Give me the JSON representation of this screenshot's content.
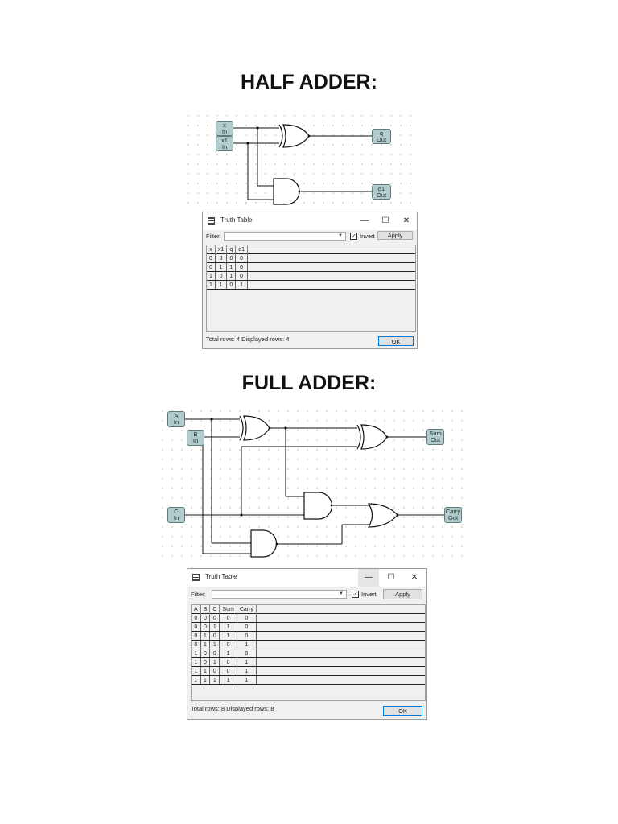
{
  "headings": {
    "half": "HALF ADDER:",
    "full": "FULL ADDER:"
  },
  "half_adder": {
    "pins": {
      "x": [
        "x",
        "In"
      ],
      "x1": [
        "x1",
        "In"
      ],
      "q": [
        "q",
        "Out"
      ],
      "q1": [
        "q1",
        "Out"
      ]
    },
    "dialog": {
      "title": "Truth Table",
      "controls": {
        "minimize": "—",
        "maximize": "☐",
        "close": "✕"
      },
      "filter_label": "Filter:",
      "invert_label": "Invert",
      "invert_checked": "✓",
      "apply_label": "Apply",
      "columns": [
        "x",
        "x1",
        "q",
        "q1"
      ],
      "rows": [
        [
          "0",
          "0",
          "0",
          "0"
        ],
        [
          "0",
          "1",
          "1",
          "0"
        ],
        [
          "1",
          "0",
          "1",
          "0"
        ],
        [
          "1",
          "1",
          "0",
          "1"
        ]
      ],
      "status": "Total rows: 4   Displayed rows: 4",
      "ok_label": "OK"
    }
  },
  "full_adder": {
    "pins": {
      "A": [
        "A",
        "In"
      ],
      "B": [
        "B",
        "In"
      ],
      "C": [
        "C",
        "In"
      ],
      "Sum": [
        "Sum",
        "Out"
      ],
      "Carry": [
        "Carry",
        "Out"
      ]
    },
    "dialog": {
      "title": "Truth Table",
      "controls": {
        "minimize": "—",
        "maximize": "☐",
        "close": "✕"
      },
      "filter_label": "Filter:",
      "invert_label": "Invert",
      "invert_checked": "✓",
      "apply_label": "Apply",
      "columns": [
        "A",
        "B",
        "C",
        "Sum",
        "Carry"
      ],
      "rows": [
        [
          "0",
          "0",
          "0",
          "0",
          "0"
        ],
        [
          "0",
          "0",
          "1",
          "1",
          "0"
        ],
        [
          "0",
          "1",
          "0",
          "1",
          "0"
        ],
        [
          "0",
          "1",
          "1",
          "0",
          "1"
        ],
        [
          "1",
          "0",
          "0",
          "1",
          "0"
        ],
        [
          "1",
          "0",
          "1",
          "0",
          "1"
        ],
        [
          "1",
          "1",
          "0",
          "0",
          "1"
        ],
        [
          "1",
          "1",
          "1",
          "1",
          "1"
        ]
      ],
      "status": "Total rows: 8   Displayed rows: 8",
      "ok_label": "OK"
    }
  }
}
